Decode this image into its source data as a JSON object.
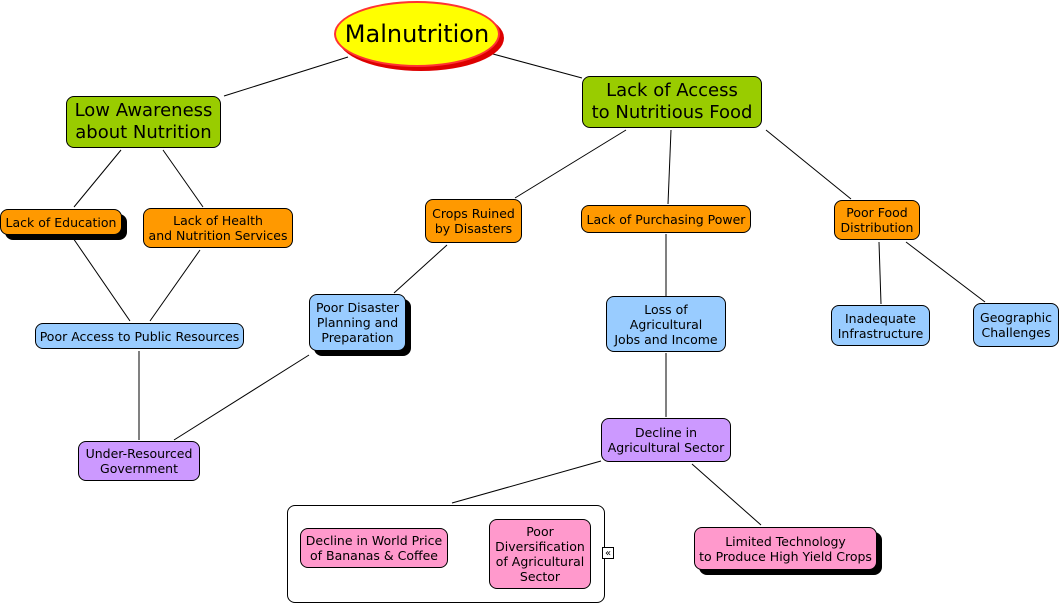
{
  "title": "Malnutrition",
  "nodes": {
    "root": "Malnutrition",
    "low_awareness": "Low Awareness\nabout Nutrition",
    "lack_access": "Lack of Access\nto Nutritious Food",
    "lack_education": "Lack of Education",
    "lack_health": "Lack of Health\nand Nutrition Services",
    "crops_ruined": "Crops Ruined\nby Disasters",
    "purchasing_power": "Lack of Purchasing Power",
    "food_distribution": "Poor Food\nDistribution",
    "public_resources": "Poor Access to Public Resources",
    "disaster_planning": "Poor Disaster\nPlanning and\nPreparation",
    "loss_jobs": "Loss of\nAgricultural\nJobs and Income",
    "infrastructure": "Inadequate\nInfrastructure",
    "geographic": "Geographic\nChallenges",
    "under_resourced": "Under-Resourced\nGovernment",
    "decline_sector": "Decline in\nAgricultural Sector",
    "world_price": "Decline in World Price\nof Bananas & Coffee",
    "diversification": "Poor\nDiversification\nof Agricultural\nSector",
    "limited_tech": "Limited Technology\nto Produce High Yield Crops"
  },
  "collapse_icon": "«",
  "colors": {
    "root_fill": "#ffff00",
    "root_border": "#ff3333",
    "green": "#99cc00",
    "orange": "#ff9900",
    "blue": "#99ccff",
    "purple": "#cc99ff",
    "pink": "#ff99cc"
  },
  "links": [
    [
      "root",
      "low_awareness"
    ],
    [
      "root",
      "lack_access"
    ],
    [
      "low_awareness",
      "lack_education"
    ],
    [
      "low_awareness",
      "lack_health"
    ],
    [
      "lack_access",
      "crops_ruined"
    ],
    [
      "lack_access",
      "purchasing_power"
    ],
    [
      "lack_access",
      "food_distribution"
    ],
    [
      "lack_education",
      "public_resources"
    ],
    [
      "lack_health",
      "public_resources"
    ],
    [
      "public_resources",
      "under_resourced"
    ],
    [
      "crops_ruined",
      "disaster_planning"
    ],
    [
      "disaster_planning",
      "under_resourced"
    ],
    [
      "purchasing_power",
      "loss_jobs"
    ],
    [
      "loss_jobs",
      "decline_sector"
    ],
    [
      "food_distribution",
      "infrastructure"
    ],
    [
      "food_distribution",
      "geographic"
    ],
    [
      "decline_sector",
      "group"
    ],
    [
      "decline_sector",
      "limited_tech"
    ]
  ]
}
